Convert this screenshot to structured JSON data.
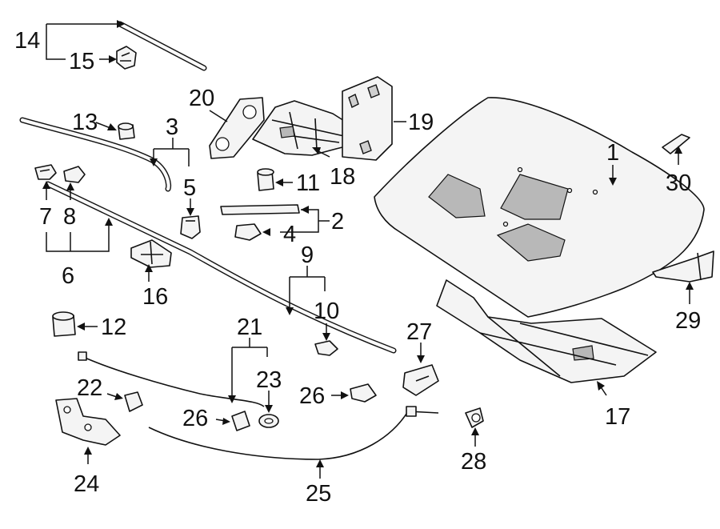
{
  "callouts": {
    "c1": "1",
    "c2": "2",
    "c3": "3",
    "c4": "4",
    "c5": "5",
    "c6": "6",
    "c7": "7",
    "c8": "8",
    "c9": "9",
    "c10": "10",
    "c11": "11",
    "c12": "12",
    "c13": "13",
    "c14": "14",
    "c15": "15",
    "c16": "16",
    "c17": "17",
    "c18": "18",
    "c19": "19",
    "c20": "20",
    "c21": "21",
    "c22": "22",
    "c23": "23",
    "c24": "24",
    "c25": "25",
    "c26a": "26",
    "c26b": "26",
    "c27": "27",
    "c28": "28",
    "c29": "29",
    "c30": "30"
  },
  "colors": {
    "ink": "#111111",
    "paper": "#ffffff",
    "part_fill": "#f4f4f4"
  }
}
